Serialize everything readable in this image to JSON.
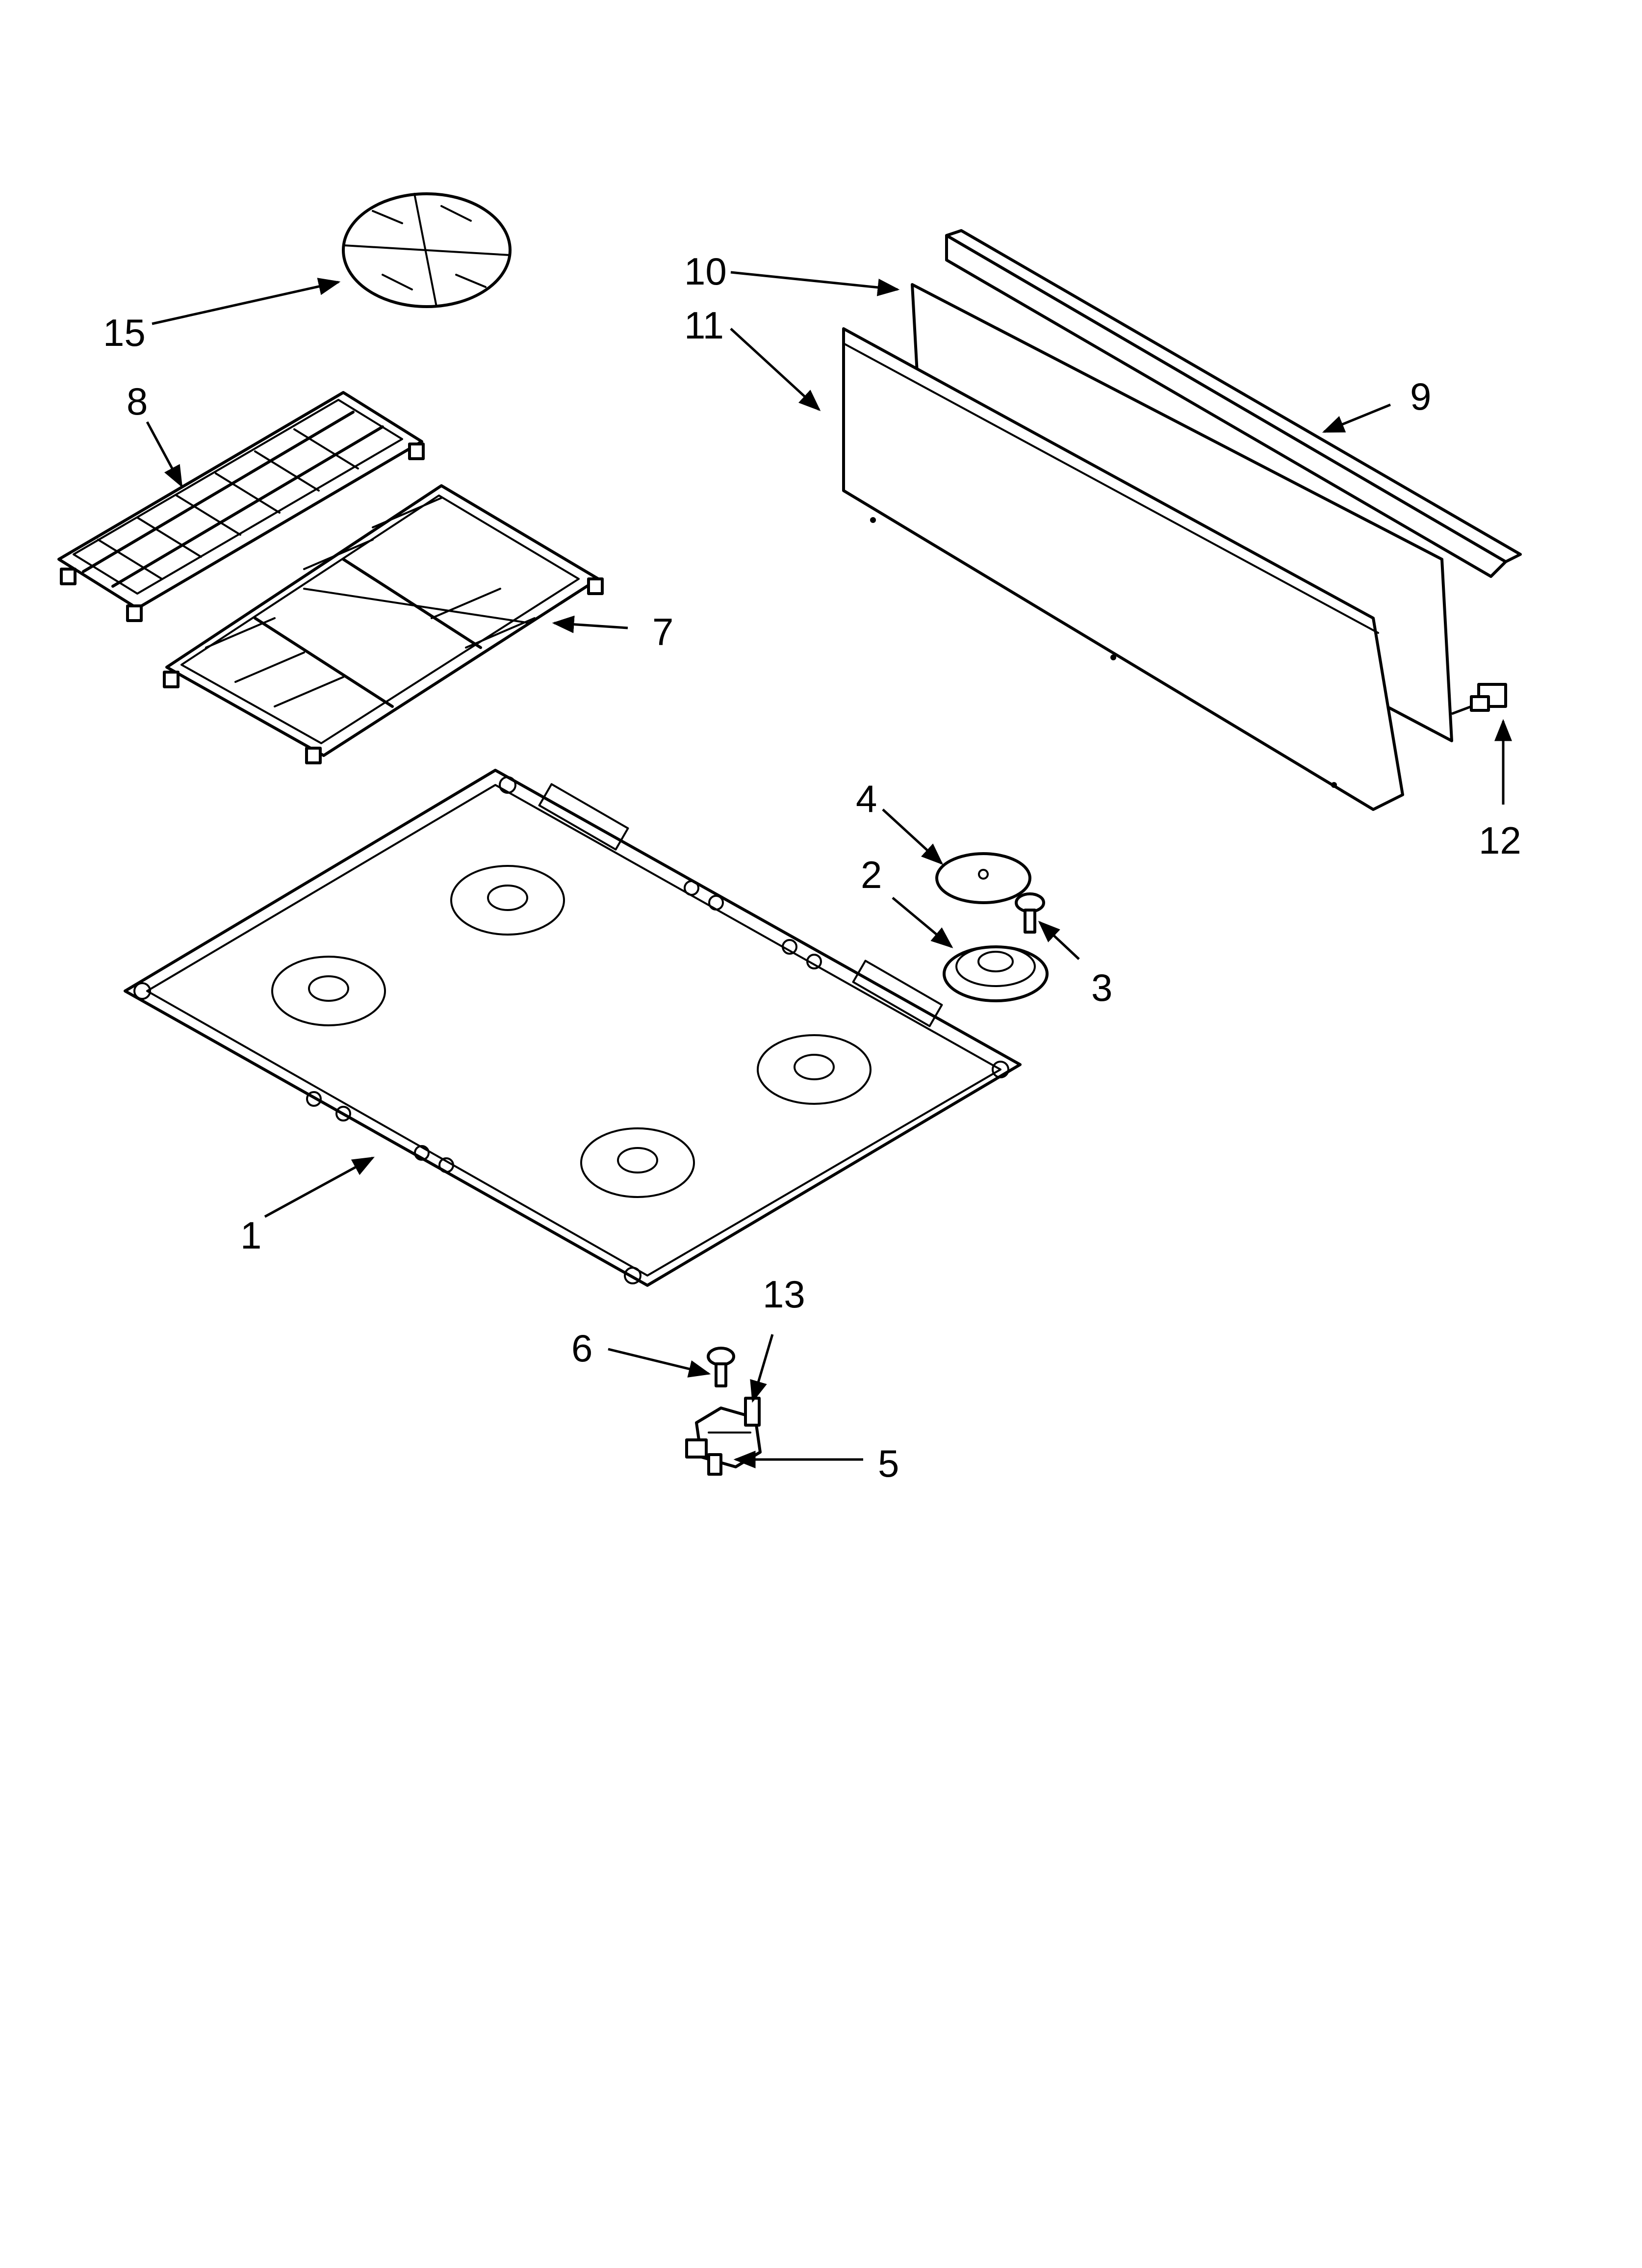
{
  "callouts": [
    {
      "id": "1",
      "label": "1"
    },
    {
      "id": "2",
      "label": "2"
    },
    {
      "id": "3",
      "label": "3"
    },
    {
      "id": "4",
      "label": "4"
    },
    {
      "id": "5",
      "label": "5"
    },
    {
      "id": "6",
      "label": "6"
    },
    {
      "id": "7",
      "label": "7"
    },
    {
      "id": "8",
      "label": "8"
    },
    {
      "id": "9",
      "label": "9"
    },
    {
      "id": "10",
      "label": "10"
    },
    {
      "id": "11",
      "label": "11"
    },
    {
      "id": "12",
      "label": "12"
    },
    {
      "id": "13",
      "label": "13"
    },
    {
      "id": "15",
      "label": "15"
    }
  ],
  "colors": {
    "line": "#000000",
    "background": "#ffffff"
  }
}
